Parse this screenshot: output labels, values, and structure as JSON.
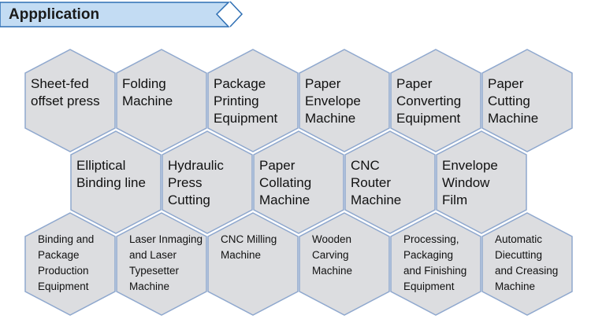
{
  "banner": {
    "title": "Appplication",
    "fill_color": "#c3dcf3",
    "border_color": "#2e6fb4"
  },
  "hexagon_fill": "#dcdde0",
  "hexagon_border": "#8fa8ce",
  "rows": [
    {
      "size": "large",
      "items": [
        {
          "lines": [
            "Sheet-fed",
            "offset press"
          ]
        },
        {
          "lines": [
            "Folding",
            "Machine"
          ]
        },
        {
          "lines": [
            "Package",
            "Printing",
            "Equipment"
          ]
        },
        {
          "lines": [
            "Paper",
            "Envelope",
            "Machine"
          ]
        },
        {
          "lines": [
            "Paper",
            "Converting",
            "Equipment"
          ]
        },
        {
          "lines": [
            "Paper",
            "Cutting",
            "Machine"
          ]
        }
      ]
    },
    {
      "size": "large",
      "items": [
        {
          "lines": [
            "Elliptical",
            "Binding line"
          ]
        },
        {
          "lines": [
            "Hydraulic",
            "Press",
            "Cutting"
          ]
        },
        {
          "lines": [
            "Paper",
            "Collating",
            "Machine"
          ]
        },
        {
          "lines": [
            "CNC",
            "Router",
            "Machine"
          ]
        },
        {
          "lines": [
            "Envelope",
            "Window",
            "Film"
          ]
        }
      ]
    },
    {
      "size": "small",
      "items": [
        {
          "lines": [
            "Binding and",
            "Package",
            "Production",
            "Equipment"
          ]
        },
        {
          "lines": [
            "Laser Inmaging",
            "and Laser",
            "Typesetter",
            "Machine"
          ]
        },
        {
          "lines": [
            "CNC Milling",
            "Machine"
          ]
        },
        {
          "lines": [
            "Wooden",
            "Carving",
            "Machine"
          ]
        },
        {
          "lines": [
            "Processing,",
            "Packaging",
            "and Finishing",
            "Equipment"
          ]
        },
        {
          "lines": [
            "Automatic",
            "Diecutting",
            "and Creasing",
            "Machine"
          ]
        }
      ]
    }
  ]
}
